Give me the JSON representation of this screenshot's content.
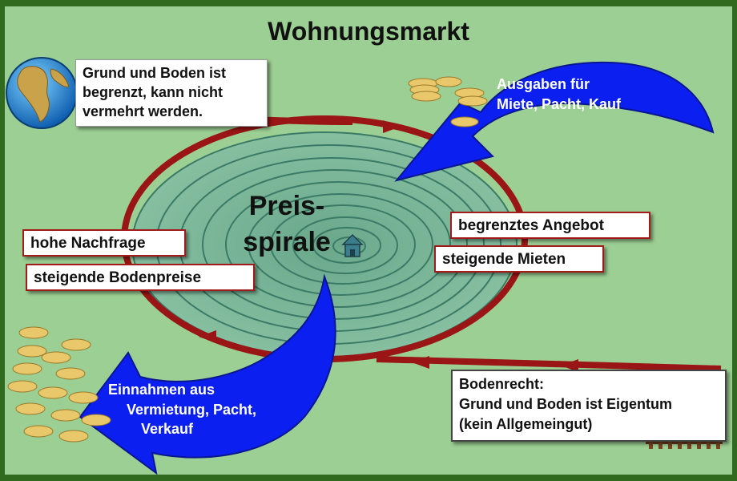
{
  "title": "Wohnungsmarkt",
  "center": {
    "line1": "Preis-",
    "line2": "spirale"
  },
  "boxes": {
    "land_limited": [
      "Grund und Boden ist",
      "begrenzt, kann nicht",
      "vermehrt werden."
    ],
    "limited_supply": "begrenztes Angebot",
    "rising_rents": "steigende Mieten",
    "high_demand": "hohe Nachfrage",
    "rising_land_prices": "steigende Bodenpreise",
    "land_law": [
      "Bodenrecht:",
      "Grund und Boden ist Eigentum",
      "(kein Allgemeingut)"
    ]
  },
  "arrows": {
    "spending": [
      "Ausgaben für",
      "Miete, Pacht, Kauf"
    ],
    "income": [
      "Einnahmen aus",
      "Vermietung, Pacht,",
      "Verkauf"
    ]
  },
  "icons": [
    "globe-icon",
    "coin-stack-icon",
    "coin-pile-icon",
    "house-icon",
    "fence-icon"
  ],
  "colors": {
    "background": "#9ccf93",
    "frame": "#2f6a1e",
    "loop": "#9a1515",
    "arrow_blue": "#0b1ff0",
    "spiral": "#3a7a66",
    "coin": "#e8c86a"
  }
}
